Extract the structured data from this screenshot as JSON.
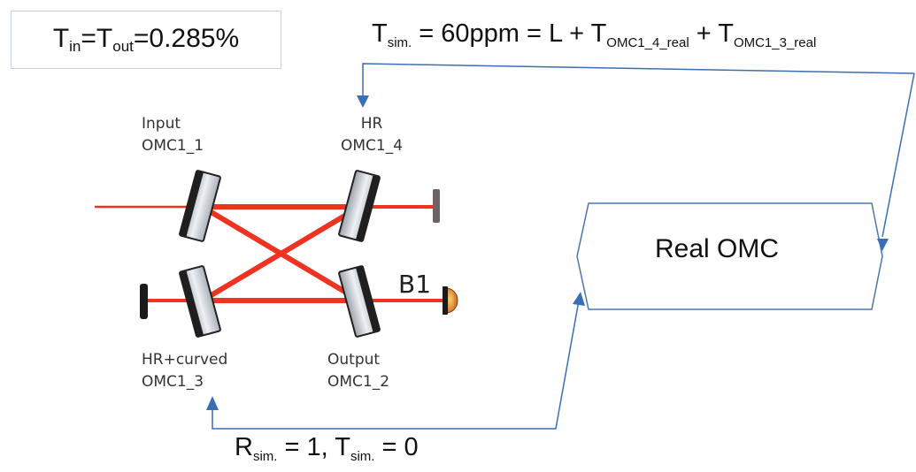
{
  "formula_box": {
    "T": "T",
    "in": "in",
    "eq1": "=T",
    "out": "out",
    "eq2": "=0.285%"
  },
  "tsim_equation": {
    "T": "T",
    "sim": "sim.",
    "mid": " = 60ppm = L + T",
    "sub1": "OMC1_4_real",
    "plus": " + T",
    "sub2": "OMC1_3_real"
  },
  "rsim_equation": {
    "R": "R",
    "sim1": "sim.",
    "mid": " = 1, T",
    "sim2": "sim.",
    "end": " = 0"
  },
  "mirrors": {
    "input": {
      "line1": "Input",
      "line2": "OMC1_1"
    },
    "hr4": {
      "line1": "HR",
      "line2": "OMC1_4"
    },
    "hr3": {
      "line1": "HR+curved",
      "line2": "OMC1_3"
    },
    "output": {
      "line1": "Output",
      "line2": "OMC1_2"
    }
  },
  "detector_label": "B1",
  "real_omc_label": "Real OMC",
  "colors": {
    "beam": "#ee3322",
    "arrow": "#3a6fb5",
    "mirror_body": "#d9dde2",
    "mirror_edge": "#222222",
    "detector": "#e0902a"
  }
}
